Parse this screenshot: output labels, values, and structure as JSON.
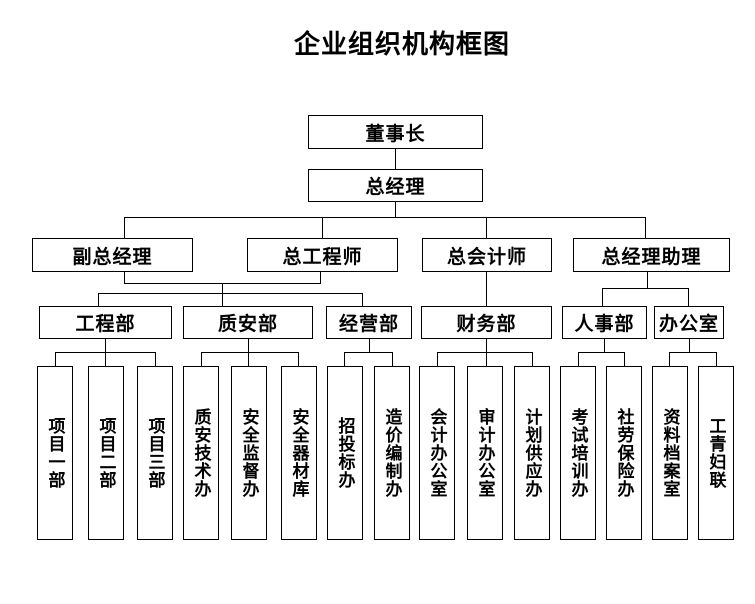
{
  "title": "企业组织机构框图",
  "nodes": {
    "chairman": "董事长",
    "general_manager": "总经理",
    "deputy_gm": "副总经理",
    "chief_engineer": "总工程师",
    "chief_accountant": "总会计师",
    "gm_assistant": "总经理助理",
    "engineering_dept": "工程部",
    "quality_safety_dept": "质安部",
    "operations_dept": "经营部",
    "finance_dept": "财务部",
    "hr_dept": "人事部",
    "office": "办公室",
    "project_dept_1": "项目一部",
    "project_dept_2": "项目二部",
    "project_dept_3": "项目三部",
    "qs_tech_office": "质安技术办",
    "safety_supervision_office": "安全监督办",
    "safety_equipment_warehouse": "安全器材库",
    "bidding_office": "招投标办",
    "cost_estimation_office": "造价编制办",
    "accounting_office": "会计办公室",
    "audit_office": "审计办公室",
    "planning_supply_office": "计划供应办",
    "exam_training_office": "考试培训办",
    "social_insurance_office": "社劳保险办",
    "archives_room": "资料档案室",
    "union_federation": "工青妇联"
  },
  "hierarchy": [
    {
      "parent": "董事长",
      "children": [
        "总经理"
      ]
    },
    {
      "parent": "总经理",
      "children": [
        "副总经理",
        "总工程师",
        "总会计师",
        "总经理助理"
      ]
    },
    {
      "parent": "副总经理/总工程师",
      "children": [
        "工程部",
        "质安部",
        "经营部"
      ]
    },
    {
      "parent": "总会计师",
      "children": [
        "财务部"
      ]
    },
    {
      "parent": "总经理助理",
      "children": [
        "人事部",
        "办公室"
      ]
    },
    {
      "parent": "工程部",
      "children": [
        "项目一部",
        "项目二部",
        "项目三部"
      ]
    },
    {
      "parent": "质安部",
      "children": [
        "质安技术办",
        "安全监督办",
        "安全器材库"
      ]
    },
    {
      "parent": "经营部",
      "children": [
        "招投标办",
        "造价编制办"
      ]
    },
    {
      "parent": "财务部",
      "children": [
        "会计办公室",
        "审计办公室",
        "计划供应办"
      ]
    },
    {
      "parent": "人事部",
      "children": [
        "考试培训办",
        "社劳保险办"
      ]
    },
    {
      "parent": "办公室",
      "children": [
        "资料档案室",
        "工青妇联"
      ]
    }
  ],
  "colors": {
    "background": "#ffffff",
    "line": "#000000",
    "text": "#000000"
  }
}
